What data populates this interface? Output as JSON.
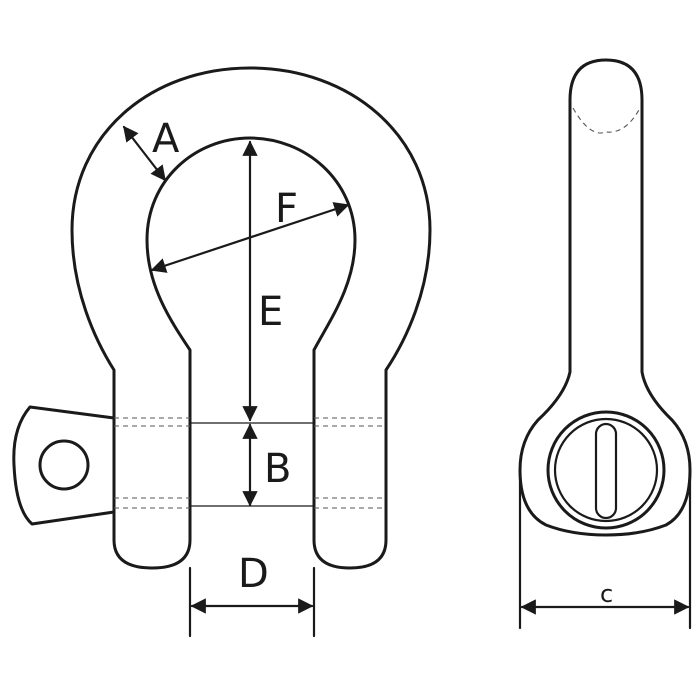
{
  "labels": {
    "A": "A",
    "B": "B",
    "D": "D",
    "E": "E",
    "F": "F",
    "c": "c"
  },
  "colors": {
    "ink": "#1a1a1a",
    "background": "#ffffff"
  }
}
